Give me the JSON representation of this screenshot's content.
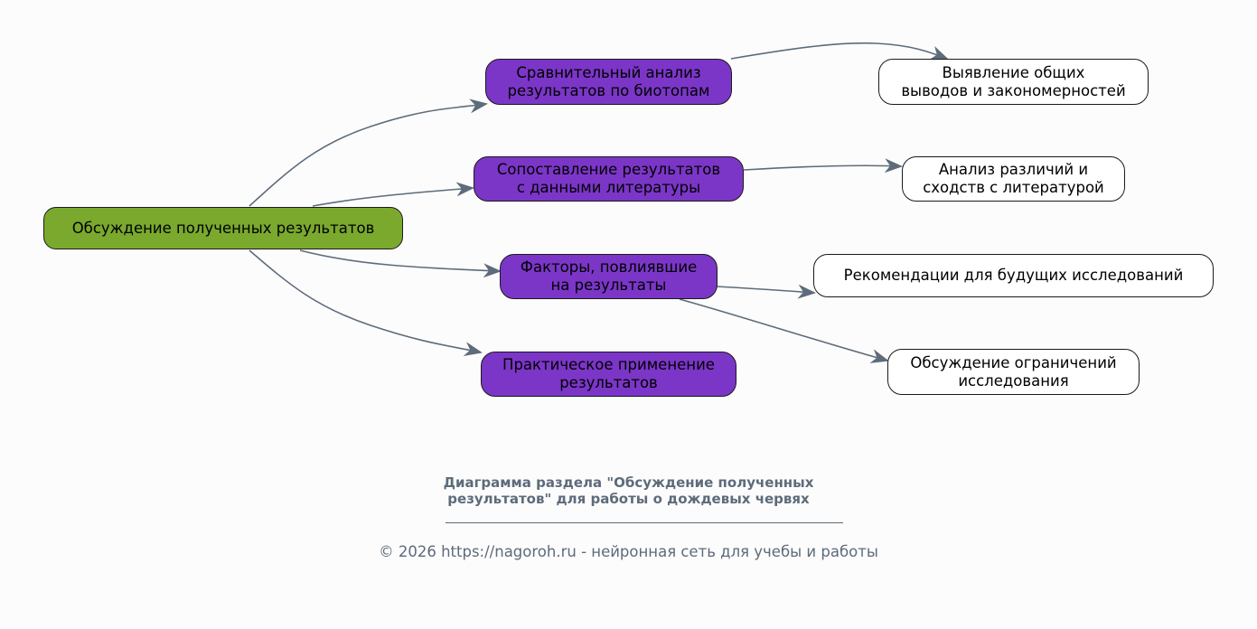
{
  "diagram": {
    "root": {
      "id": "root",
      "label": "Обсуждение полученных результатов"
    },
    "branches": [
      {
        "id": "m1",
        "label": "Сравнительный анализ\nрезультатов по биотопам"
      },
      {
        "id": "m2",
        "label": "Сопоставление результатов\nс данными литературы"
      },
      {
        "id": "m3",
        "label": "Факторы, повлиявшие\nна результаты"
      },
      {
        "id": "m4",
        "label": "Практическое применение\nрезультатов"
      }
    ],
    "leaves": [
      {
        "id": "l1",
        "label": "Выявление общих\nвыводов и закономерностей"
      },
      {
        "id": "l2",
        "label": "Анализ различий и\nсходств с литературой"
      },
      {
        "id": "l3",
        "label": "Рекомендации для будущих исследований"
      },
      {
        "id": "l4",
        "label": "Обсуждение ограничений\nисследования"
      }
    ],
    "edges": [
      {
        "from": "root",
        "to": "m1"
      },
      {
        "from": "root",
        "to": "m2"
      },
      {
        "from": "root",
        "to": "m3"
      },
      {
        "from": "root",
        "to": "m4"
      },
      {
        "from": "m1",
        "to": "l1"
      },
      {
        "from": "m2",
        "to": "l2"
      },
      {
        "from": "m3",
        "to": "l3"
      },
      {
        "from": "m3",
        "to": "l4"
      }
    ]
  },
  "caption": {
    "title": "Диаграмма раздела \"Обсуждение полученных\nрезультатов\" для работы о дождевых червях",
    "copyright": "© 2026 https://nagoroh.ru - нейронная сеть для учебы и работы"
  },
  "colors": {
    "root_fill": "#7aa92e",
    "branch_fill": "#7b36c8",
    "leaf_fill": "#ffffff",
    "edge": "#5d6b7a",
    "caption_text": "#5d6b7a",
    "background": "#fcfcfc"
  }
}
